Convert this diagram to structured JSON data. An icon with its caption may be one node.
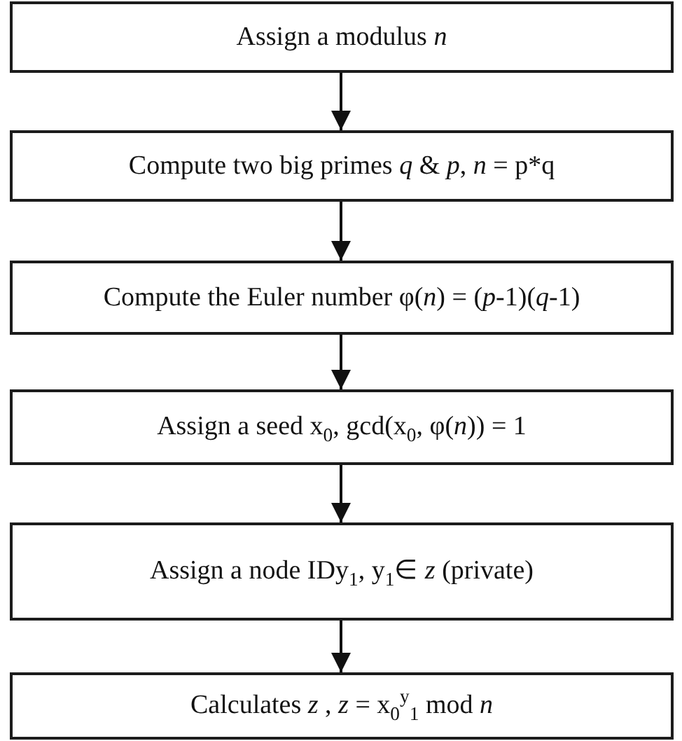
{
  "diagram": {
    "nodes": [
      {
        "text": [
          "Assign a modulus *n*"
        ]
      },
      {
        "text": [
          "Compute two big primes *q* & *p*, *n* = p*q"
        ]
      },
      {
        "text": [
          "Compute the Euler number φ(*n*) = (*p*-1)(*q*-1)"
        ]
      },
      {
        "text": [
          "Assign a seed x$_{0}$, gcd(x$_{0}$, φ(*n*)) = 1"
        ]
      },
      {
        "text": [
          "Assign a node IDy$_{1}$, y$_{1}$∈ *z* (private)"
        ]
      },
      {
        "text": [
          "Calculates *z* , *z* = x$_{0}$$^{y}$$_{1}$ mod *n*"
        ]
      }
    ],
    "edges": [
      {
        "from": 0,
        "to": 1,
        "arrow": "to"
      },
      {
        "from": 1,
        "to": 2,
        "arrow": "to"
      },
      {
        "from": 2,
        "to": 3,
        "arrow": "to"
      },
      {
        "from": 3,
        "to": 4,
        "arrow": "to"
      },
      {
        "from": 4,
        "to": 5,
        "arrow": "to"
      }
    ]
  }
}
